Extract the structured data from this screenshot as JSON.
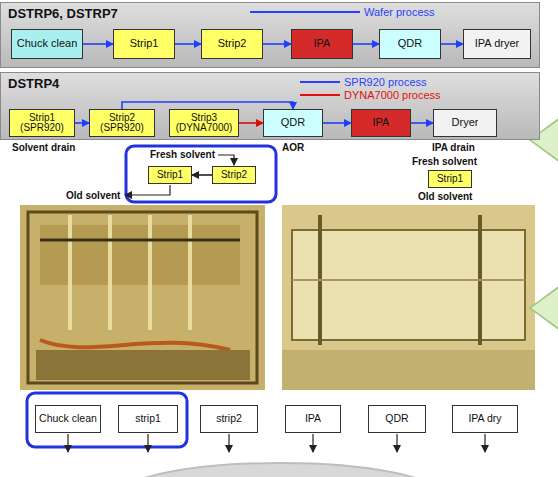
{
  "diagram": {
    "nodes": [
      {
        "text": [
          "DSTRP6, DSTRP7"
        ]
      },
      {
        "text": [
          "Chuck clean"
        ],
        "in": 0
      },
      {
        "text": [
          "Strip1"
        ],
        "in": 0
      },
      {
        "text": [
          "Strip2"
        ],
        "in": 0
      },
      {
        "text": [
          "IPA"
        ],
        "in": 0
      },
      {
        "text": [
          "QDR"
        ],
        "in": 0
      },
      {
        "text": [
          "IPA dryer"
        ],
        "in": 0
      },
      {
        "text": [
          "DSTRP4"
        ]
      },
      {
        "text": [
          "Strip1 (SPR920)"
        ],
        "in": 7
      },
      {
        "text": [
          "Strip2 (SPR920)"
        ],
        "in": 7
      },
      {
        "text": [
          "Strip3 (DYNA7000)"
        ],
        "in": 7
      },
      {
        "text": [
          "QDR"
        ],
        "in": 7
      },
      {
        "text": [
          "IPA"
        ],
        "in": 7
      },
      {
        "text": [
          "Dryer"
        ],
        "in": 7
      },
      {
        "text": [
          "Strip1"
        ]
      },
      {
        "text": [
          "Strip2"
        ]
      },
      {
        "text": [
          "Strip1"
        ]
      },
      {
        "text": [
          "Chuck clean"
        ]
      },
      {
        "text": [
          "strip1"
        ]
      },
      {
        "text": [
          "strip2"
        ]
      },
      {
        "text": [
          "IPA"
        ]
      },
      {
        "text": [
          "QDR"
        ]
      },
      {
        "text": [
          "IPA dry"
        ]
      }
    ],
    "edges": [
      {
        "from": 1,
        "to": 2,
        "arrow": "to"
      },
      {
        "from": 2,
        "to": 3,
        "arrow": "to"
      },
      {
        "from": 3,
        "to": 4,
        "arrow": "to"
      },
      {
        "from": 4,
        "to": 5,
        "arrow": "to"
      },
      {
        "from": 5,
        "to": 6,
        "arrow": "to"
      },
      {
        "from": 8,
        "to": 9,
        "arrow": "to"
      },
      {
        "from": 9,
        "to": 11,
        "arrow": "to"
      },
      {
        "from": 10,
        "to": 11,
        "arrow": "to"
      },
      {
        "from": 11,
        "to": 12,
        "arrow": "to"
      },
      {
        "from": 12,
        "to": 13,
        "arrow": "to"
      },
      {
        "from": 15,
        "to": 14,
        "arrow": "to"
      }
    ],
    "labels": [
      "Solvent drain",
      "AOR",
      "IPA drain",
      "Fresh solvent",
      "Old solvent",
      "Fresh solvent",
      "Old solvent"
    ],
    "legend": [
      {
        "text": "Wafer process"
      },
      {
        "text": "SPR920 process"
      },
      {
        "text": "DYNA7000 process"
      }
    ]
  }
}
